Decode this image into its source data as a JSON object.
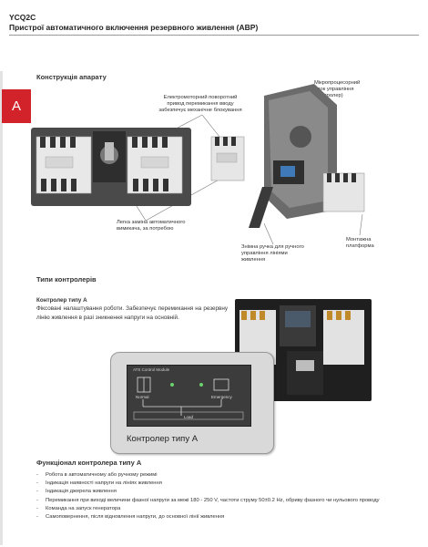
{
  "header": {
    "model": "YCQ2C",
    "title": "Пристрої автоматичного включення резервного живлення (АВР)"
  },
  "side_tab": {
    "letter": "A"
  },
  "construction": {
    "heading": "Конструкція апарату",
    "callouts": {
      "microprocessor": [
        "Мікропроцесорний",
        "блок управління",
        "(контролер)"
      ],
      "motor_drive": [
        "Електромоторний поворотний",
        "привод перемикання вводу",
        "забезпечує механічне блокування"
      ],
      "replacement": [
        "Легка заміна автоматичного",
        "вимикача, за потребою"
      ],
      "handle": [
        "Знімна ручка для ручного",
        "управління лініями",
        "живлення"
      ],
      "platform": [
        "Монтажна",
        "платформа"
      ]
    }
  },
  "controller_types": {
    "heading": "Типи контролерів",
    "type_a_heading": "Контролер типу А",
    "type_a_text": "Фіксовані налаштування роботи. Забезпечує перемикання на резервну лінію живлення в разі зникнення напруги на основній.",
    "panel": {
      "screen_title": "ATS Control Module",
      "normal": "Normal",
      "emergency": "Emergency",
      "load": "Load",
      "caption": "Контролер типу А"
    }
  },
  "functional": {
    "heading": "Функціонал контролера типу А",
    "items": [
      "Робота в автоматичному або ручному режимі",
      "Індикація наявності напруги на лініях живлення",
      "Індикація джерела живлення",
      "Перемикання при виході величини фазної напруги за межі 180 - 250 V, частоти струму 50±0.2 Hz,  обриву фазного чи нульового проводу",
      "Команда на запуск генератора",
      "Самоповернення, після відновлення напруги, до основної лінії живлення"
    ]
  },
  "colors": {
    "accent": "#d2232a"
  }
}
